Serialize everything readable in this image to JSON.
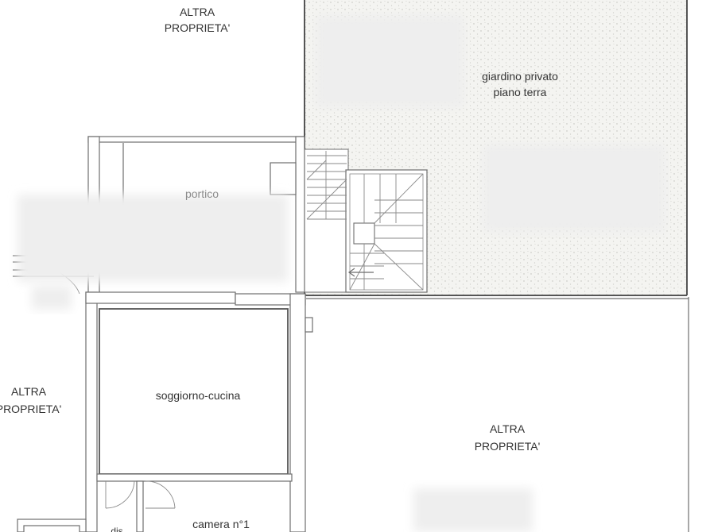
{
  "labels": {
    "altra_top": [
      "ALTRA",
      "PROPRIETA'"
    ],
    "altra_left": [
      "ALTRA",
      "PROPRIETA'"
    ],
    "altra_right": [
      "ALTRA",
      "PROPRIETA'"
    ],
    "giardino": [
      "giardino privato",
      "piano terra"
    ],
    "portico": "portico",
    "soggiorno": "soggiorno-cucina",
    "camera": "camera n°1",
    "disimpegno": "dis"
  },
  "colors": {
    "wall": "#6e6e6e",
    "garden_fill": "#f4f4f1",
    "garden_dots": "#bdbdb8",
    "text": "#333333"
  }
}
